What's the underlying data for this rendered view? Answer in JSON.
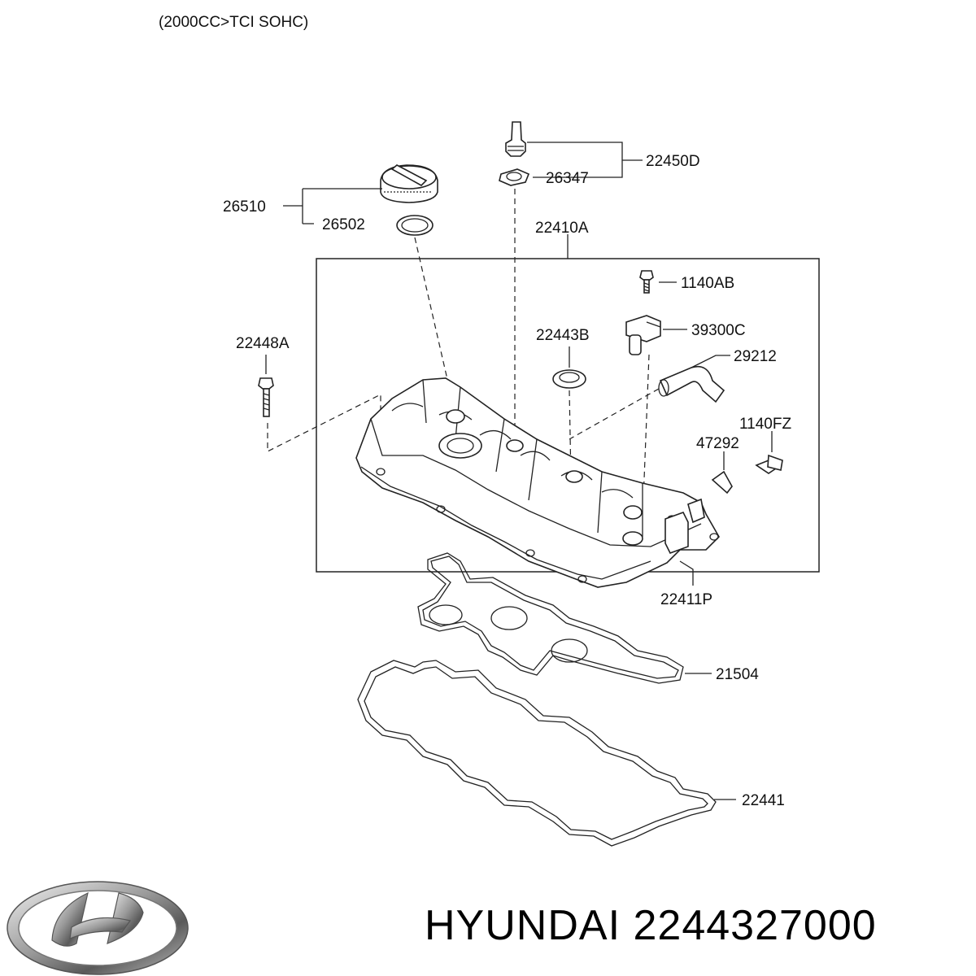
{
  "diagram": {
    "caption": "(2000CC>TCI SOHC)",
    "labels": {
      "p22450D": "22450D",
      "p26347": "26347",
      "p26510": "26510",
      "p26502": "26502",
      "p22410A": "22410A",
      "p1140AB": "1140AB",
      "p39300C": "39300C",
      "p22443B": "22443B",
      "p29212": "29212",
      "p22448A": "22448A",
      "p1140FZ": "1140FZ",
      "p47292": "47292",
      "p22411P": "22411P",
      "p21504": "21504",
      "p22441": "22441"
    }
  },
  "brand": {
    "logo_name": "Hyundai logo",
    "text": "HYUNDAI 2244327000"
  }
}
